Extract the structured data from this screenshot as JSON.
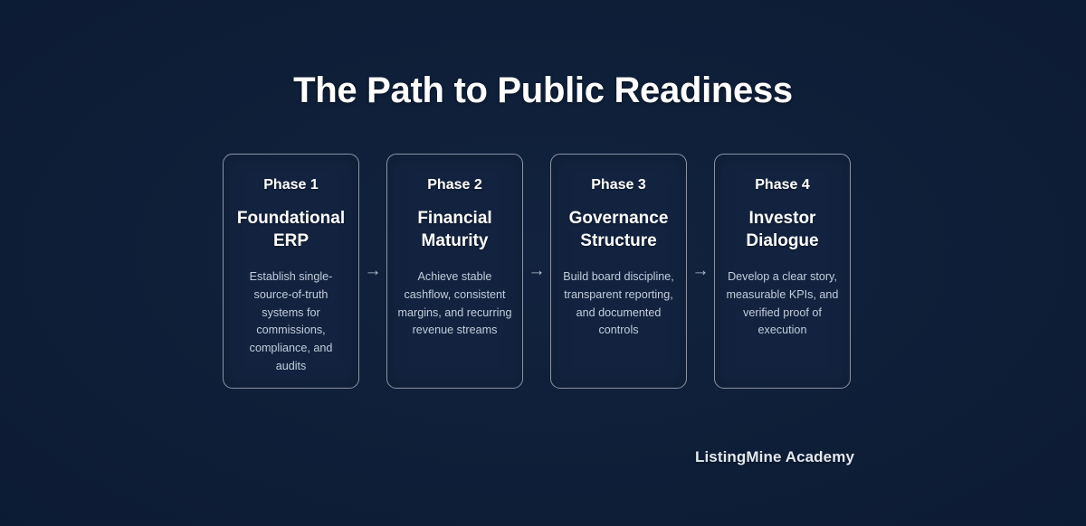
{
  "slide": {
    "title": "The Path to Public Readiness",
    "footer_brand": "ListingMine Academy",
    "background_color": "#0d1c34",
    "card_background_color": "#13233f",
    "card_border_color": "#8b94a6",
    "title_color": "#ffffff",
    "body_text_color": "#c2ccdb",
    "connector_icon": "arrow-right-icon",
    "connector_glyph": "→"
  },
  "phases": [
    {
      "label": "Phase 1",
      "name": "Foundational ERP",
      "description": "Establish single-source-of-truth systems for commissions, compliance, and audits"
    },
    {
      "label": "Phase 2",
      "name": "Financial Maturity",
      "description": "Achieve stable cashflow, consistent margins, and recurring revenue streams"
    },
    {
      "label": "Phase 3",
      "name": "Governance Structure",
      "description": "Build board discipline, transparent reporting, and documented controls"
    },
    {
      "label": "Phase 4",
      "name": "Investor Dialogue",
      "description": "Develop a clear story, measurable KPIs, and verified proof of execution"
    }
  ]
}
